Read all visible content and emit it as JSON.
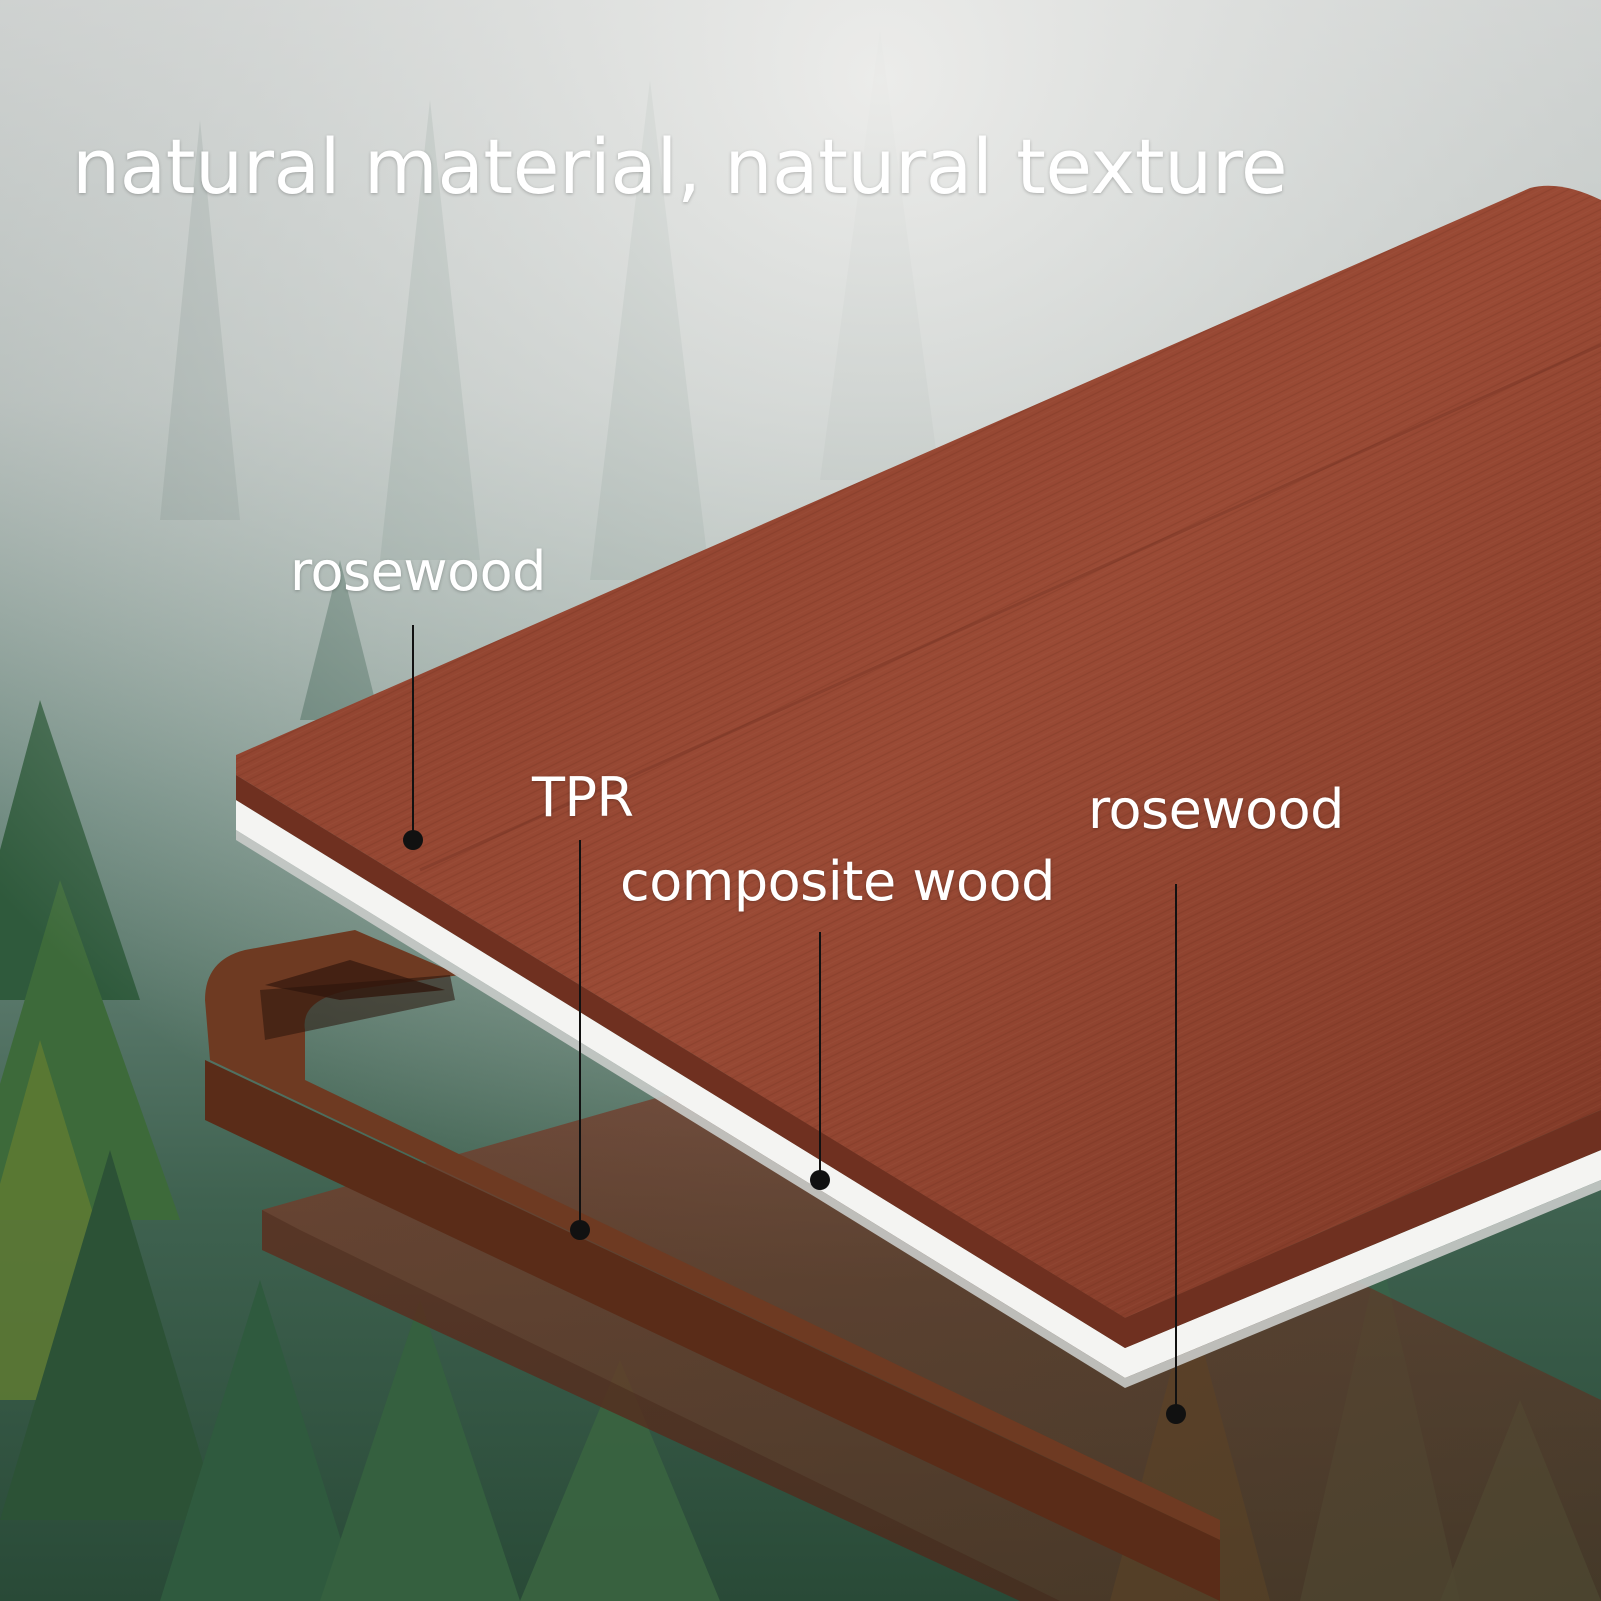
{
  "title": "natural material, natural texture",
  "layers": {
    "top_veneer": {
      "label": "rosewood"
    },
    "frame": {
      "label": "TPR"
    },
    "core": {
      "label": "composite wood"
    },
    "bottom_veneer": {
      "label": "rosewood"
    }
  },
  "colors": {
    "rosewood": "#8e4230",
    "rosewood_dark": "#5e2a1c",
    "tpr_frame": "#6e3a22",
    "core_white": "#f4f4f2",
    "fog": "#d9dcda",
    "forest": "#2f5a46",
    "leader_line": "#111111"
  }
}
